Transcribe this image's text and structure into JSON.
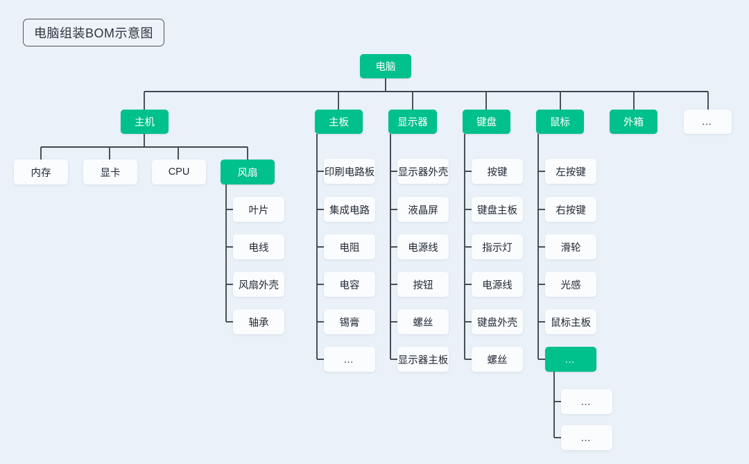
{
  "title": {
    "text": "电脑组装BOM示意图"
  },
  "colors": {
    "background": "#eaf1f8",
    "accent_green": "#00c08b",
    "node_white": "#fbfcfe",
    "line": "#3f4750",
    "text_dark": "#1f2733",
    "text_light": "#ffffff"
  },
  "diagram": {
    "type": "tree",
    "root": {
      "label": "电脑",
      "style": "green"
    },
    "level2": [
      {
        "label": "主机",
        "style": "green"
      },
      {
        "label": "主板",
        "style": "green"
      },
      {
        "label": "显示器",
        "style": "green"
      },
      {
        "label": "键盘",
        "style": "green"
      },
      {
        "label": "鼠标",
        "style": "green"
      },
      {
        "label": "外箱",
        "style": "green"
      },
      {
        "label": "…",
        "style": "white"
      }
    ],
    "host_children": [
      {
        "label": "内存",
        "style": "white"
      },
      {
        "label": "显卡",
        "style": "white"
      },
      {
        "label": "CPU",
        "style": "white"
      },
      {
        "label": "风扇",
        "style": "green"
      }
    ],
    "fan_children": [
      {
        "label": "叶片",
        "style": "white"
      },
      {
        "label": "电线",
        "style": "white"
      },
      {
        "label": "风扇外壳",
        "style": "white"
      },
      {
        "label": "轴承",
        "style": "white"
      }
    ],
    "mainboard_children": [
      {
        "label": "印刷电路板",
        "style": "white"
      },
      {
        "label": "集成电路",
        "style": "white"
      },
      {
        "label": "电阻",
        "style": "white"
      },
      {
        "label": "电容",
        "style": "white"
      },
      {
        "label": "锡膏",
        "style": "white"
      },
      {
        "label": "…",
        "style": "white"
      }
    ],
    "monitor_children": [
      {
        "label": "显示器外壳",
        "style": "white"
      },
      {
        "label": "液晶屏",
        "style": "white"
      },
      {
        "label": "电源线",
        "style": "white"
      },
      {
        "label": "按钮",
        "style": "white"
      },
      {
        "label": "螺丝",
        "style": "white"
      },
      {
        "label": "显示器主板",
        "style": "white"
      }
    ],
    "keyboard_children": [
      {
        "label": "按键",
        "style": "white"
      },
      {
        "label": "键盘主板",
        "style": "white"
      },
      {
        "label": "指示灯",
        "style": "white"
      },
      {
        "label": "电源线",
        "style": "white"
      },
      {
        "label": "键盘外壳",
        "style": "white"
      },
      {
        "label": "螺丝",
        "style": "white"
      }
    ],
    "mouse_children": [
      {
        "label": "左按键",
        "style": "white"
      },
      {
        "label": "右按键",
        "style": "white"
      },
      {
        "label": "滑轮",
        "style": "white"
      },
      {
        "label": "光感",
        "style": "white"
      },
      {
        "label": "鼠标主板",
        "style": "white"
      },
      {
        "label": "…",
        "style": "green"
      }
    ],
    "mouse_more_children": [
      {
        "label": "…",
        "style": "white"
      },
      {
        "label": "…",
        "style": "white"
      }
    ]
  }
}
